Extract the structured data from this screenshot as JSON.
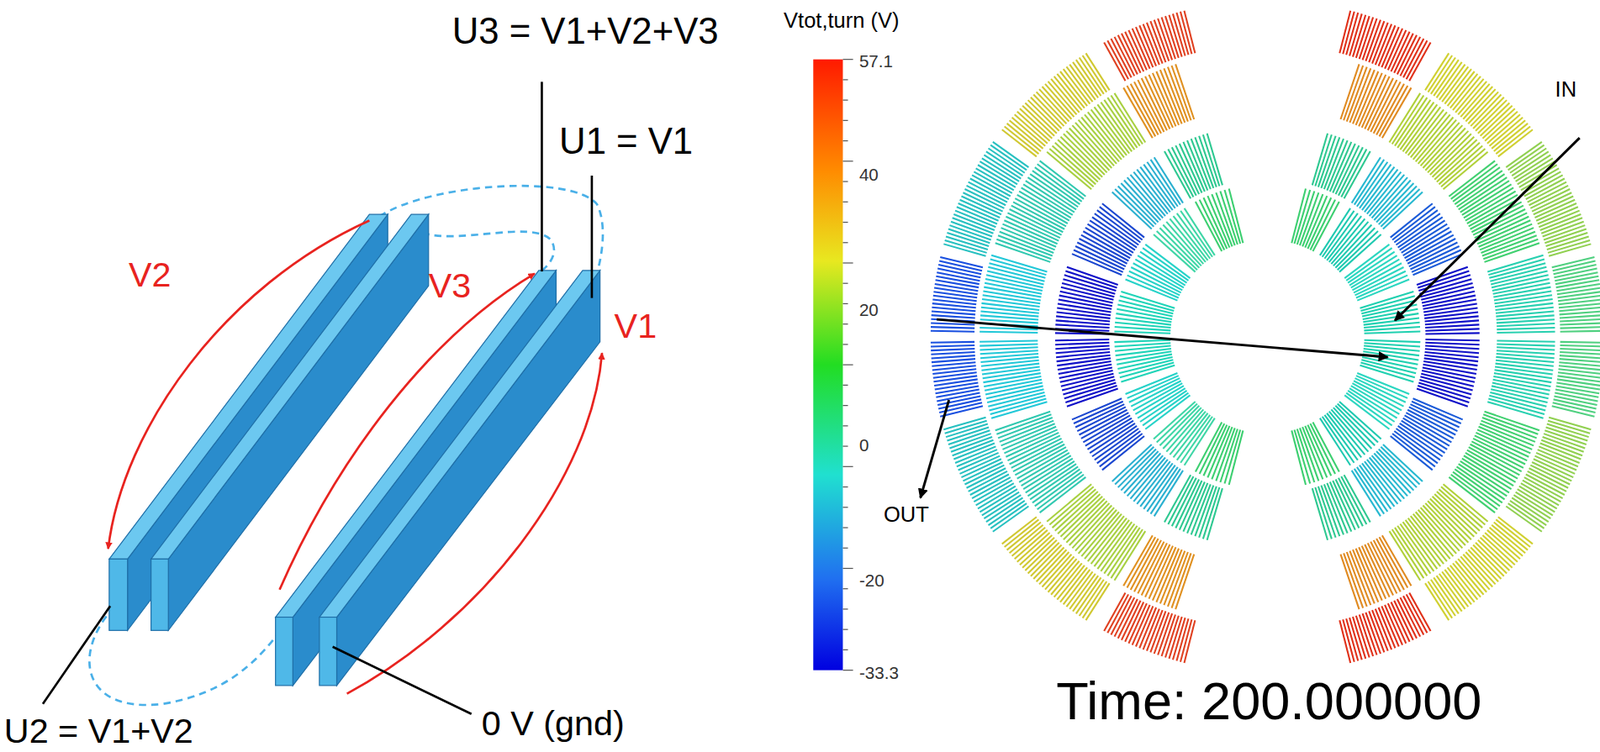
{
  "diagram": {
    "labels": [
      "U3 = V1+V2+V3",
      "U1 = V1",
      "V2",
      "V3",
      "V1",
      "U2 = V1+V2",
      "0 V (gnd)",
      "Vtot,turn (V)",
      "57.1",
      "40",
      "20",
      "0",
      "-20",
      "-33.3",
      "IN",
      "OUT",
      "Time: 200.000000"
    ]
  }
}
